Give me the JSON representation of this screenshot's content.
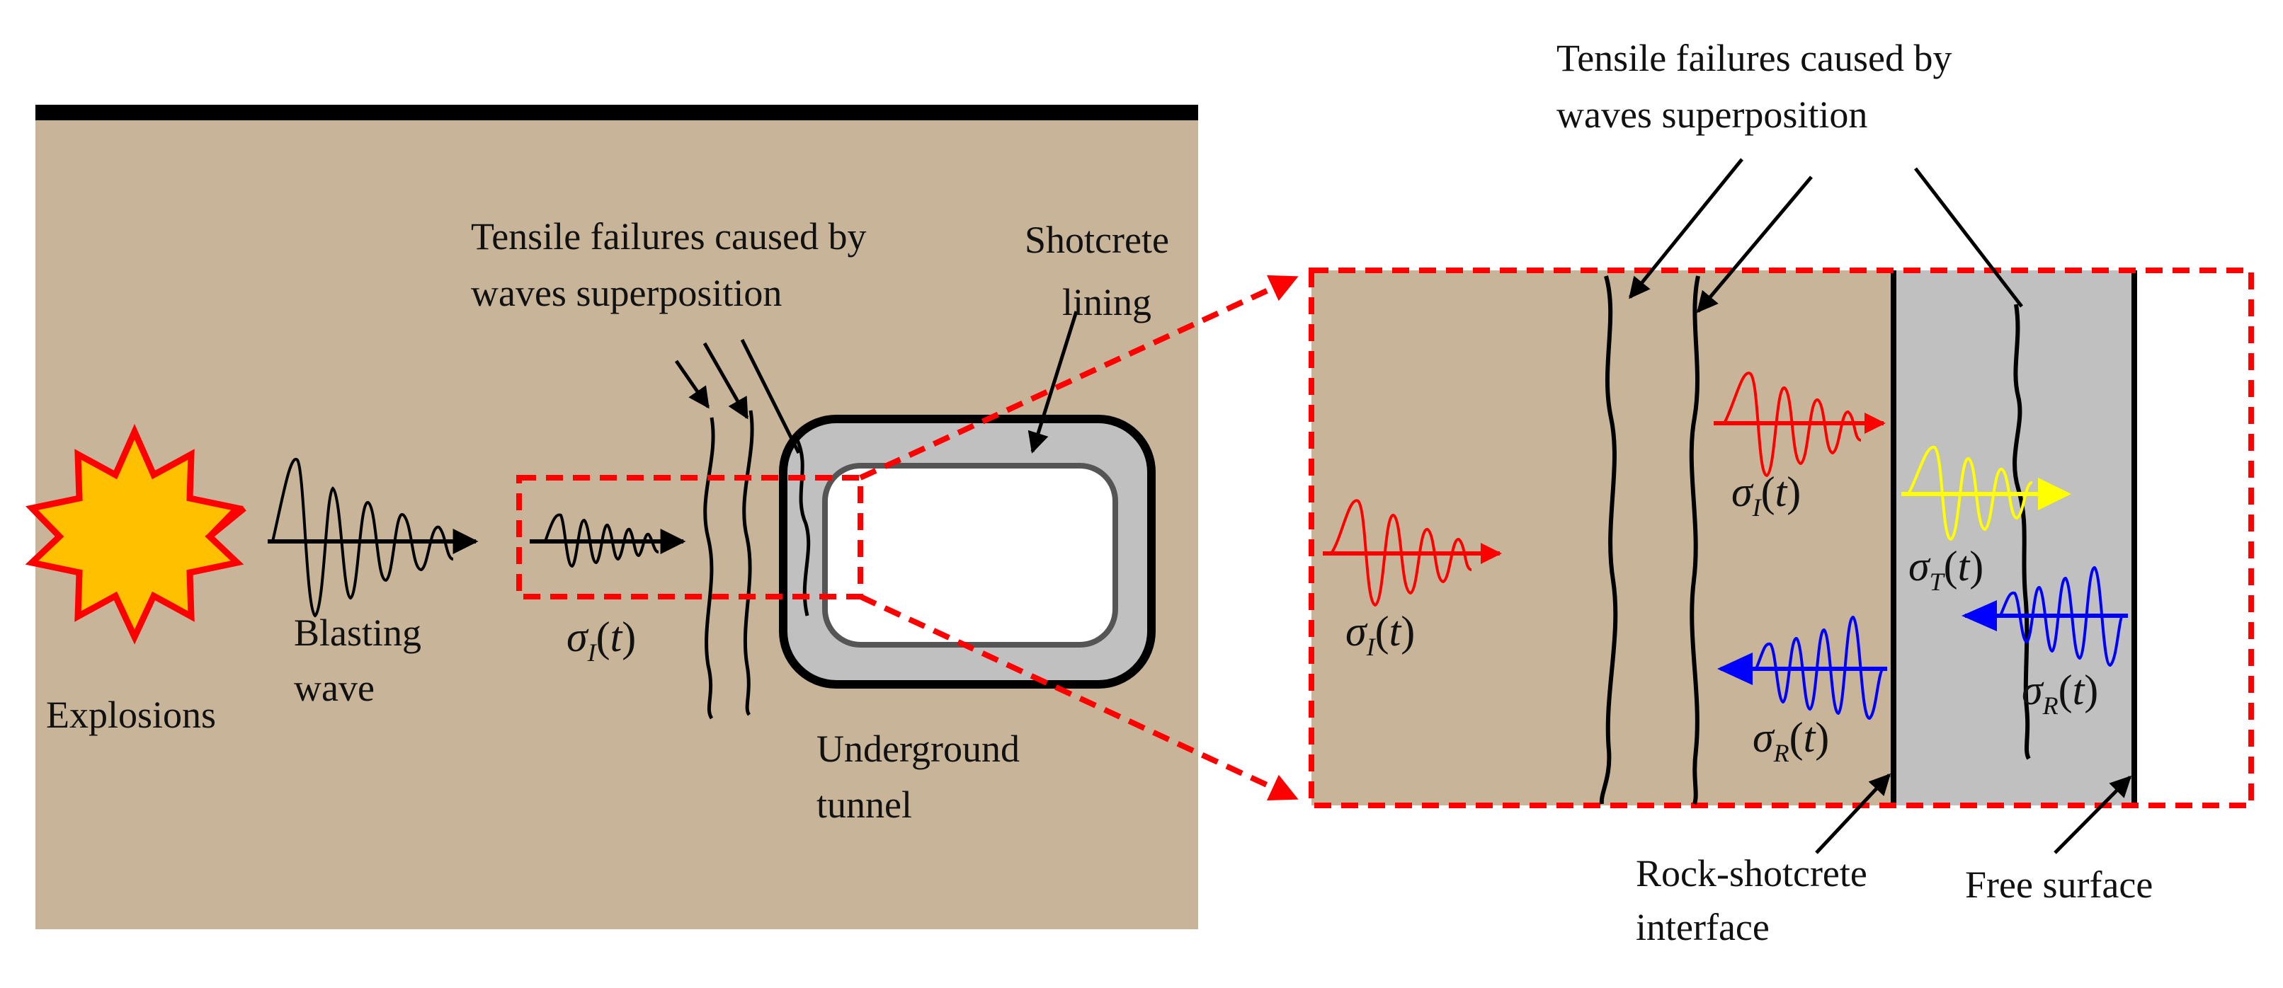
{
  "labels": {
    "explosions": "Explosions",
    "blasting_wave": [
      "Blasting",
      "wave"
    ],
    "tensile_left": [
      "Tensile failures caused by",
      "waves superposition"
    ],
    "shotcrete_lining": [
      "Shotcrete",
      "lining"
    ],
    "underground_tunnel": [
      "Underground",
      "tunnel"
    ],
    "tensile_right": [
      "Tensile failures caused by",
      "waves superposition"
    ],
    "interface": [
      "Rock-shotcrete",
      "interface"
    ],
    "free_surface": "Free surface"
  },
  "stress": {
    "sigma": "σ",
    "incident_sub": "I",
    "transmitted_sub": "T",
    "reflected_sub": "R",
    "arg": "t",
    "open": "(",
    "close": ")"
  },
  "colors": {
    "rock": "#c8b499",
    "shotcrete": "#c0c0c0",
    "incident": "#ff0000",
    "transmitted": "#ffff00",
    "reflected": "#0000ff",
    "outline": "#000000",
    "zoom": "#ff0000",
    "explosion_fill": "#ffc000"
  }
}
